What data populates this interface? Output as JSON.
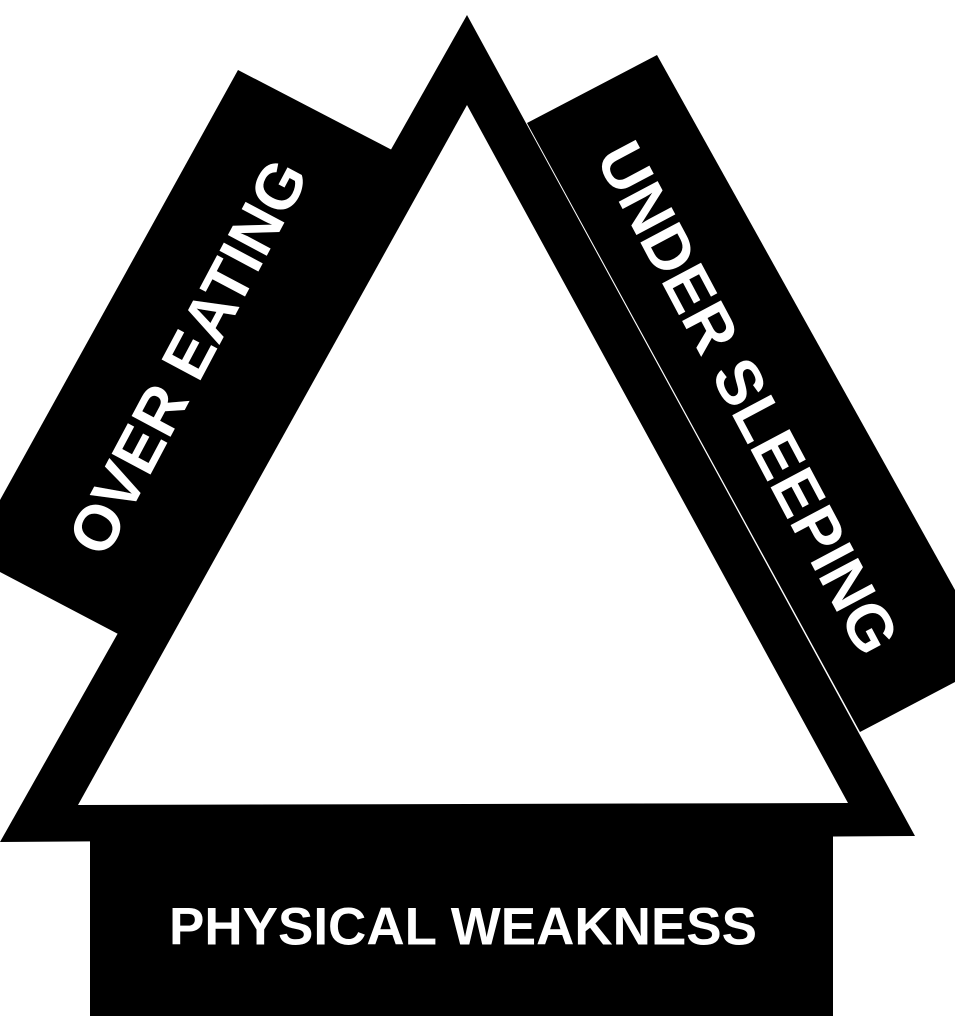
{
  "diagram": {
    "type": "triangle",
    "sides": {
      "left": "OVER EATING",
      "right": "UNDER SLEEPING",
      "bottom": "PHYSICAL WEAKNESS"
    },
    "colors": {
      "shape": "#000000",
      "inner": "#ffffff",
      "text": "#ffffff"
    }
  }
}
